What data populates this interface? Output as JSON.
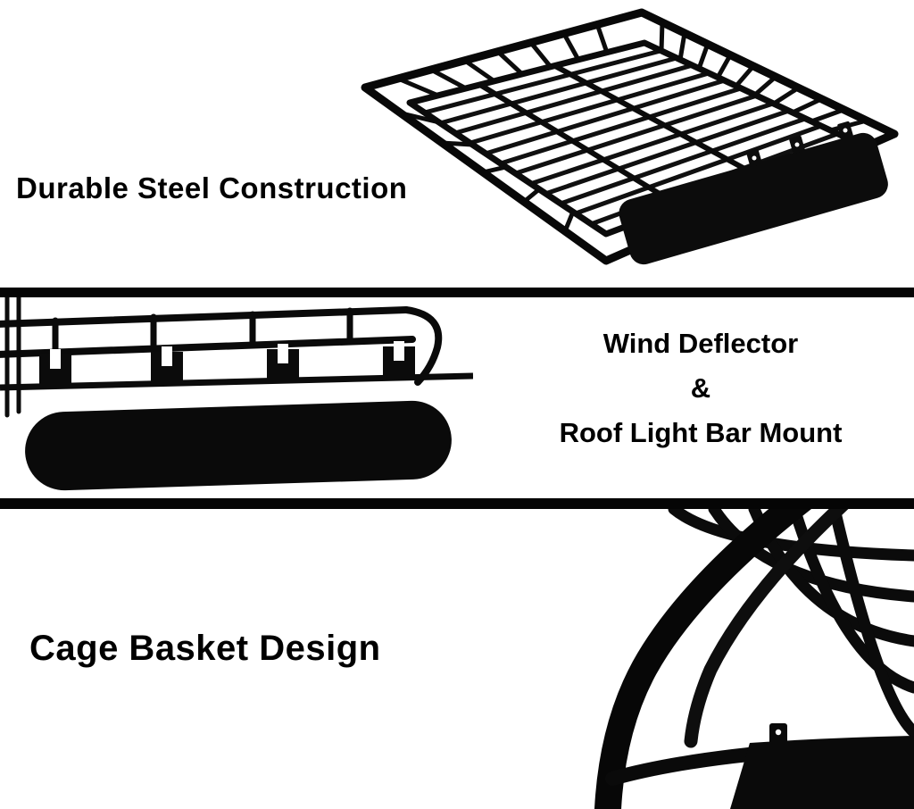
{
  "page": {
    "background": "#ffffff",
    "ink": "#000000"
  },
  "photos": {
    "top": "roof-cargo-basket-angled-view",
    "middle": "wind-deflector-closeup",
    "bottom": "cage-basket-corner-closeup"
  },
  "features": {
    "top": {
      "label": "Durable Steel Construction"
    },
    "middle": {
      "line1": "Wind Deflector",
      "line2": "&",
      "line3": "Roof Light Bar Mount"
    },
    "bottom": {
      "label": "Cage Basket Design"
    }
  }
}
